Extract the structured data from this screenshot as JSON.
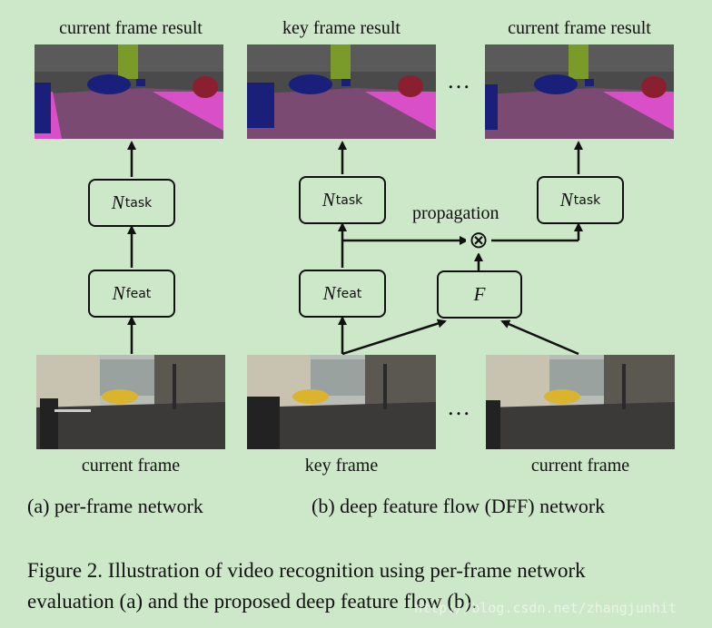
{
  "labels": {
    "current_frame_result_a": "current frame result",
    "key_frame_result": "key frame result",
    "current_frame_result_b": "current frame result",
    "current_frame_a": "current frame",
    "key_frame": "key frame",
    "current_frame_b": "current frame",
    "propagation": "propagation",
    "ellipsis_top": "…",
    "ellipsis_bottom": "…"
  },
  "boxes": {
    "n_task_symbol": "N",
    "n_task_sub": "task",
    "n_feat_symbol": "N",
    "n_feat_sub": "feat",
    "f_symbol": "F"
  },
  "operator": "⊗",
  "subcaptions": {
    "a": "(a) per-frame network",
    "b": "(b) deep feature flow (DFF) network"
  },
  "caption": {
    "line1": "Figure 2. Illustration of video recognition using per-frame network",
    "line2": "evaluation (a) and the proposed deep feature flow (b)."
  },
  "watermark": "http://blog.csdn.net/zhangjunhit",
  "colors": {
    "background": "#cde8c8",
    "seg_road": "#7b4a73",
    "seg_sidewalk": "#d94fc7",
    "seg_building": "#4a4a4a",
    "seg_car": "#1a1f7a",
    "seg_vegetation": "#7a9a2a",
    "seg_person": "#8a1f2f"
  }
}
